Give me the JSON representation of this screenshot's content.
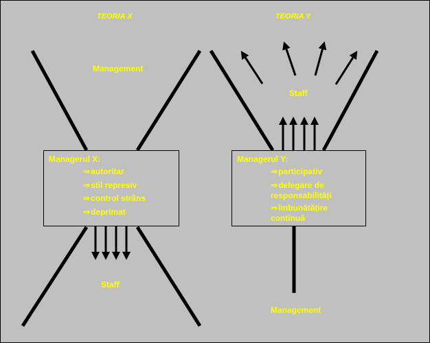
{
  "theory_x": {
    "title": "TEORIA X",
    "top_label": "Management",
    "bottom_label": "Staff",
    "box_title": "Managerul X:",
    "items": [
      "autoritar",
      "stil represiv",
      "control strâns",
      "deprimat"
    ]
  },
  "theory_y": {
    "title": "TEORIA Y",
    "top_label": "Staff",
    "bottom_label": "Management",
    "box_title": "Managerul Y:",
    "items": [
      "participativ",
      "delegare de responsabilități",
      "îmbunătățire continuă"
    ]
  },
  "arrow_glyph": "⇒",
  "colors": {
    "background": "#c0c0c0",
    "text": "#ffff00",
    "lines": "#000000"
  }
}
